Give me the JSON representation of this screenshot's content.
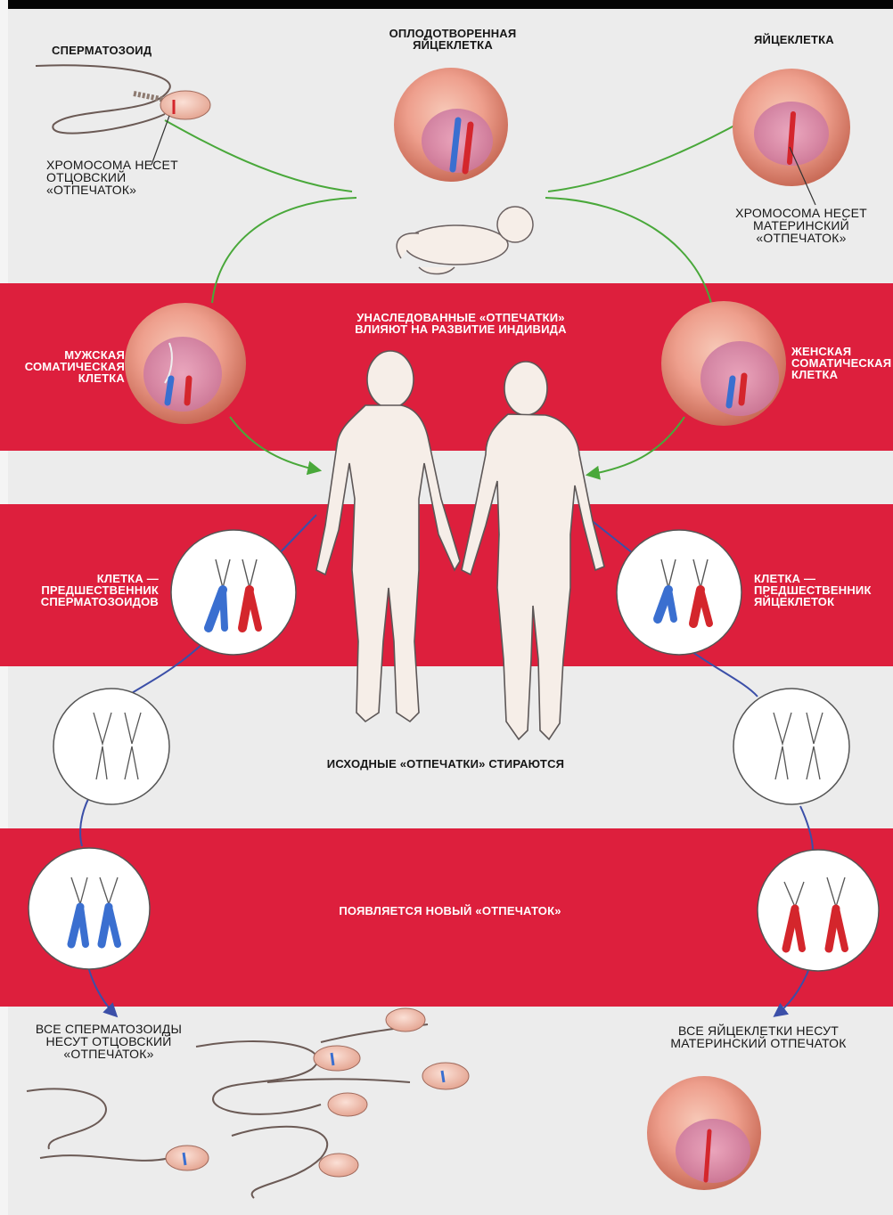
{
  "labels": {
    "sperm": "СПЕРМАТОЗОИД",
    "fertilized_egg": "ОПЛОДОТВОРЕННАЯ\nЯЙЦЕКЛЕТКА",
    "egg": "ЯЙЦЕКЛЕТКА",
    "paternal_chromosome": "ХРОМОСОМА НЕСЕТ\nОТЦОВСКИЙ\n«ОТПЕЧАТОК»",
    "maternal_chromosome": "ХРОМОСОМА НЕСЕТ\nМАТЕРИНСКИЙ\n«ОТПЕЧАТОК»",
    "inherited_imprints": "УНАСЛЕДОВАННЫЕ «ОТПЕЧАТКИ»\nВЛИЯЮТ НА РАЗВИТИЕ ИНДИВИДА",
    "male_somatic": "МУЖСКАЯ\nСОМАТИЧЕСКАЯ\nКЛЕТКА",
    "female_somatic": "ЖЕНСКАЯ\nСОМАТИЧЕСКАЯ\nКЛЕТКА",
    "sperm_precursor": "КЛЕТКА —\nПРЕДШЕСТВЕННИК\nСПЕРМАТОЗОИДОВ",
    "egg_precursor": "КЛЕТКА —\nПРЕДШЕСТВЕННИК\nЯЙЦЕКЛЕТОК",
    "erased": "ИСХОДНЫЕ «ОТПЕЧАТКИ» СТИРАЮТСЯ",
    "new_imprint": "ПОЯВЛЯЕТСЯ НОВЫЙ «ОТПЕЧАТОК»",
    "all_sperm": "ВСЕ СПЕРМАТОЗОИДЫ\nНЕСУТ ОТЦОВСКИЙ\n«ОТПЕЧАТОК»",
    "all_eggs": "ВСЕ ЯЙЦЕКЛЕТКИ НЕСУТ\nМАТЕРИНСКИЙ ОТПЕЧАТОК"
  },
  "colors": {
    "band": "#dd1f3d",
    "background": "#ececec",
    "paternal": "#3a6fd0",
    "maternal": "#d4262c",
    "green_arrow": "#49a83a",
    "blue_arrow": "#3b4fa8",
    "cell_fill": "#f1b39f"
  }
}
